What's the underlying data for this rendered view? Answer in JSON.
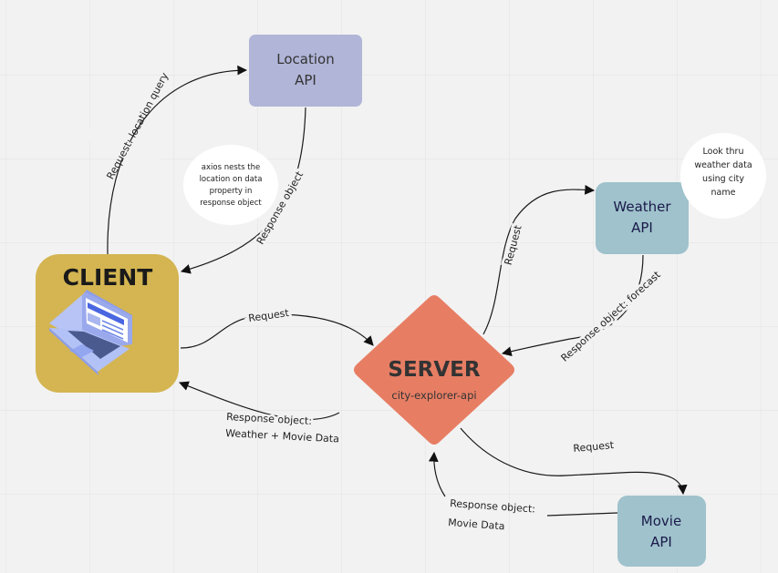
{
  "nodes": {
    "location": {
      "line1": "Location",
      "line2": "API",
      "color": "#b1b5d8"
    },
    "client": {
      "title": "CLIENT",
      "color": "#d4b551",
      "icon": "laptop-icon"
    },
    "weather": {
      "line1": "Weather",
      "line2": "API",
      "color": "#9fc2cc"
    },
    "server": {
      "title": "SERVER",
      "subtitle": "city-explorer-api",
      "color": "#e77e64"
    },
    "movie": {
      "line1": "Movie",
      "line2": "API",
      "color": "#9fc2cc"
    }
  },
  "notes": {
    "axios": [
      "axios nests the",
      "location on data",
      "property in",
      "response object"
    ],
    "weather": [
      "Look thru",
      "weather data",
      "using city",
      "name"
    ]
  },
  "edges": {
    "client_location": "Request: location query",
    "location_client": "Response object",
    "client_server": "Request",
    "server_client": [
      "Response object:",
      "Weather + Movie Data"
    ],
    "server_weather": "Request",
    "weather_server": "Response object: forecast",
    "server_movie": "Request",
    "movie_server": [
      "Response object:",
      "Movie Data"
    ]
  }
}
